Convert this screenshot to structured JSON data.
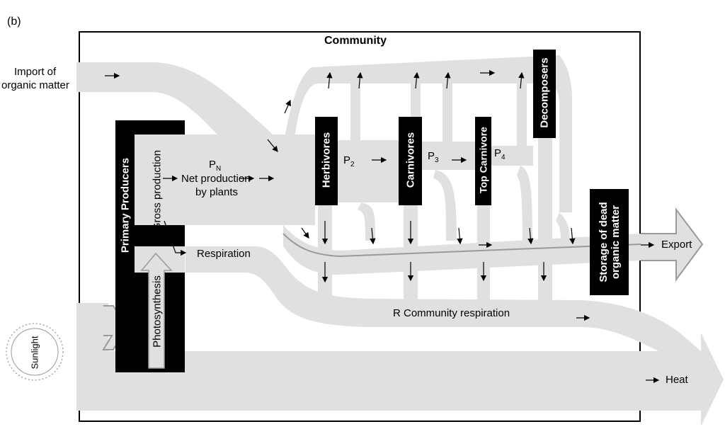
{
  "panel_label": "(b)",
  "title": "Community",
  "labels": {
    "import": "Import of organic matter",
    "import_line1": "Import of",
    "import_line2": "organic matter",
    "pn_symbol": "P",
    "pn_sub": "N",
    "net_production_line1": "Net production",
    "net_production_line2": "by plants",
    "gross_production": "P  Gross production",
    "respiration": "Respiration",
    "photosynthesis": "Photosynthesis",
    "sunlight": "Sunlight",
    "p2_symbol": "P",
    "p2_sub": "2",
    "p3_symbol": "P",
    "p3_sub": "3",
    "p4_symbol": "P",
    "p4_sub": "4",
    "community_respiration": "R   Community respiration",
    "export": "Export",
    "heat": "Heat"
  },
  "boxes": {
    "primary_producers": "Primary Producers",
    "herbivores": "Herbivores",
    "carnivores": "Carnivores",
    "top_carnivore": "Top Carnivore",
    "decomposers": "Decomposers",
    "storage_line1": "Storage of dead",
    "storage_line2": "organic matter"
  },
  "colors": {
    "flow": "#e0e0e0",
    "flow_edge": "#9a9a9a",
    "box": "#000000",
    "box_text": "#ffffff"
  }
}
